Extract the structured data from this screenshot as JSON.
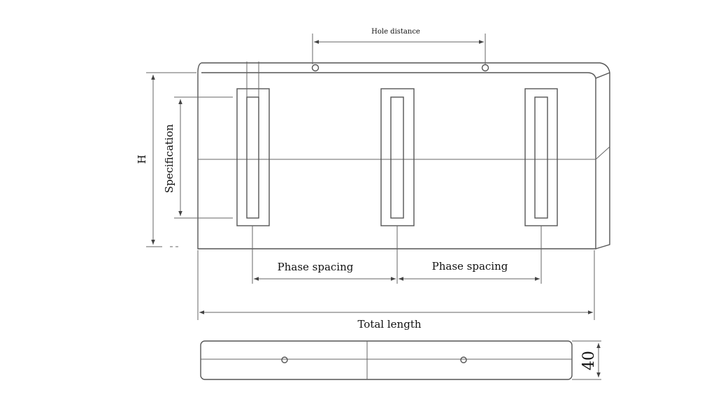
{
  "labels": {
    "hole_distance": "Hole distance",
    "specification": "Specification",
    "height": "H",
    "phase_spacing_left": "Phase spacing",
    "phase_spacing_right": "Phase spacing",
    "total_length": "Total length",
    "thickness": "40"
  },
  "colors": {
    "line": "#555555",
    "text": "#111111",
    "background": "#ffffff"
  }
}
